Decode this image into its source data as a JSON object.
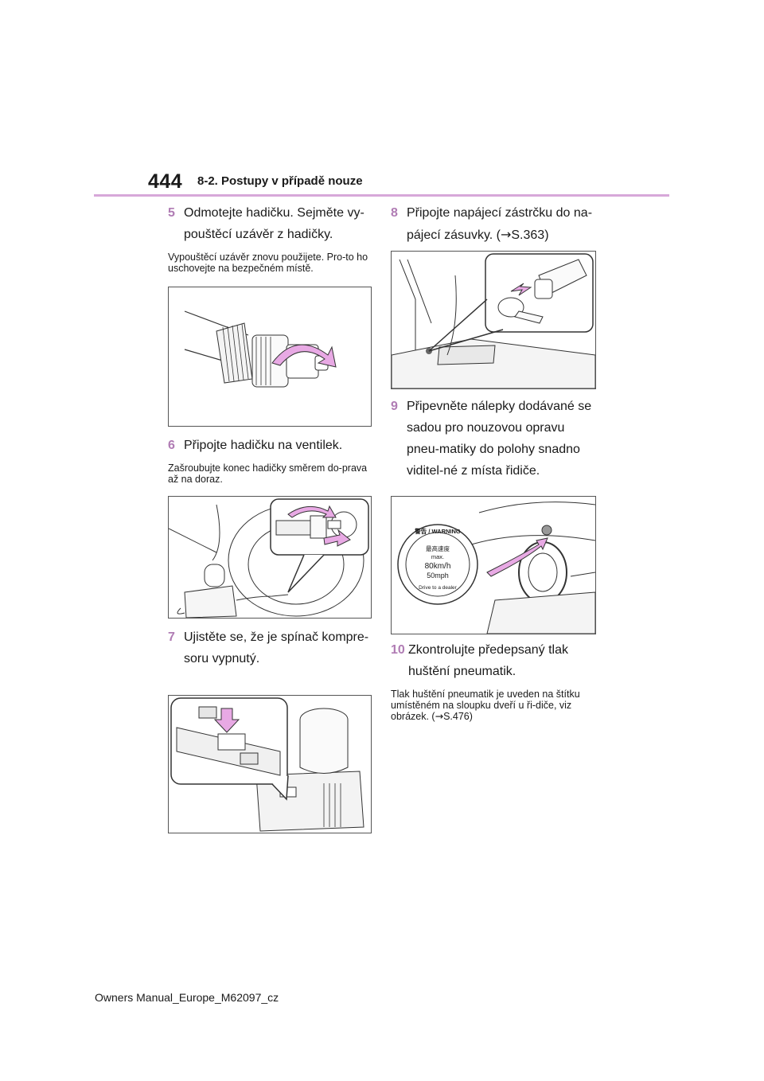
{
  "header": {
    "page_number": "444",
    "section": "8-2. Postupy v případě nouze"
  },
  "left_column": {
    "step5": {
      "num": "5",
      "text": "Odmotejte hadičku. Sejměte vy-pouštěcí uzávěr z hadičky.",
      "note": "Vypouštěcí uzávěr znovu použijete. Pro-to ho uschovejte na bezpečném místě."
    },
    "step6": {
      "num": "6",
      "text": "Připojte hadičku na ventilek.",
      "note": "Zašroubujte konec hadičky směrem do-prava až na doraz."
    },
    "step7": {
      "num": "7",
      "text": "Ujistěte se, že je spínač kompre-soru vypnutý."
    }
  },
  "right_column": {
    "step8": {
      "num": "8",
      "text": "Připojte napájecí zástrčku do na-pájecí zásuvky. (",
      "ref": "S.363)"
    },
    "step9": {
      "num": "9",
      "text": "Připevněte nálepky dodávané se sadou pro nouzovou opravu pneu-matiky do polohy snadno viditel-né z místa řidiče."
    },
    "step10": {
      "num": "10",
      "text": "Zkontrolujte předepsaný tlak huštění pneumatik.",
      "note": "Tlak huštění pneumatik je uveden na štítku umístěném na sloupku dveří u ři-diče, viz obrázek. (",
      "note_ref": "S.476)"
    }
  },
  "sticker": {
    "top_label": "警告 / WARNING",
    "max_label": "最高速度",
    "max": "max.",
    "kmh": "80km/h",
    "mph": "50mph",
    "bottom_label": "Drive to a dealer"
  },
  "footer": {
    "text": "Owners Manual_Europe_M62097_cz"
  },
  "colors": {
    "accent": "#b07cb4",
    "rule": "#d7a8d9",
    "arrow_fill": "#e8a9e4"
  }
}
